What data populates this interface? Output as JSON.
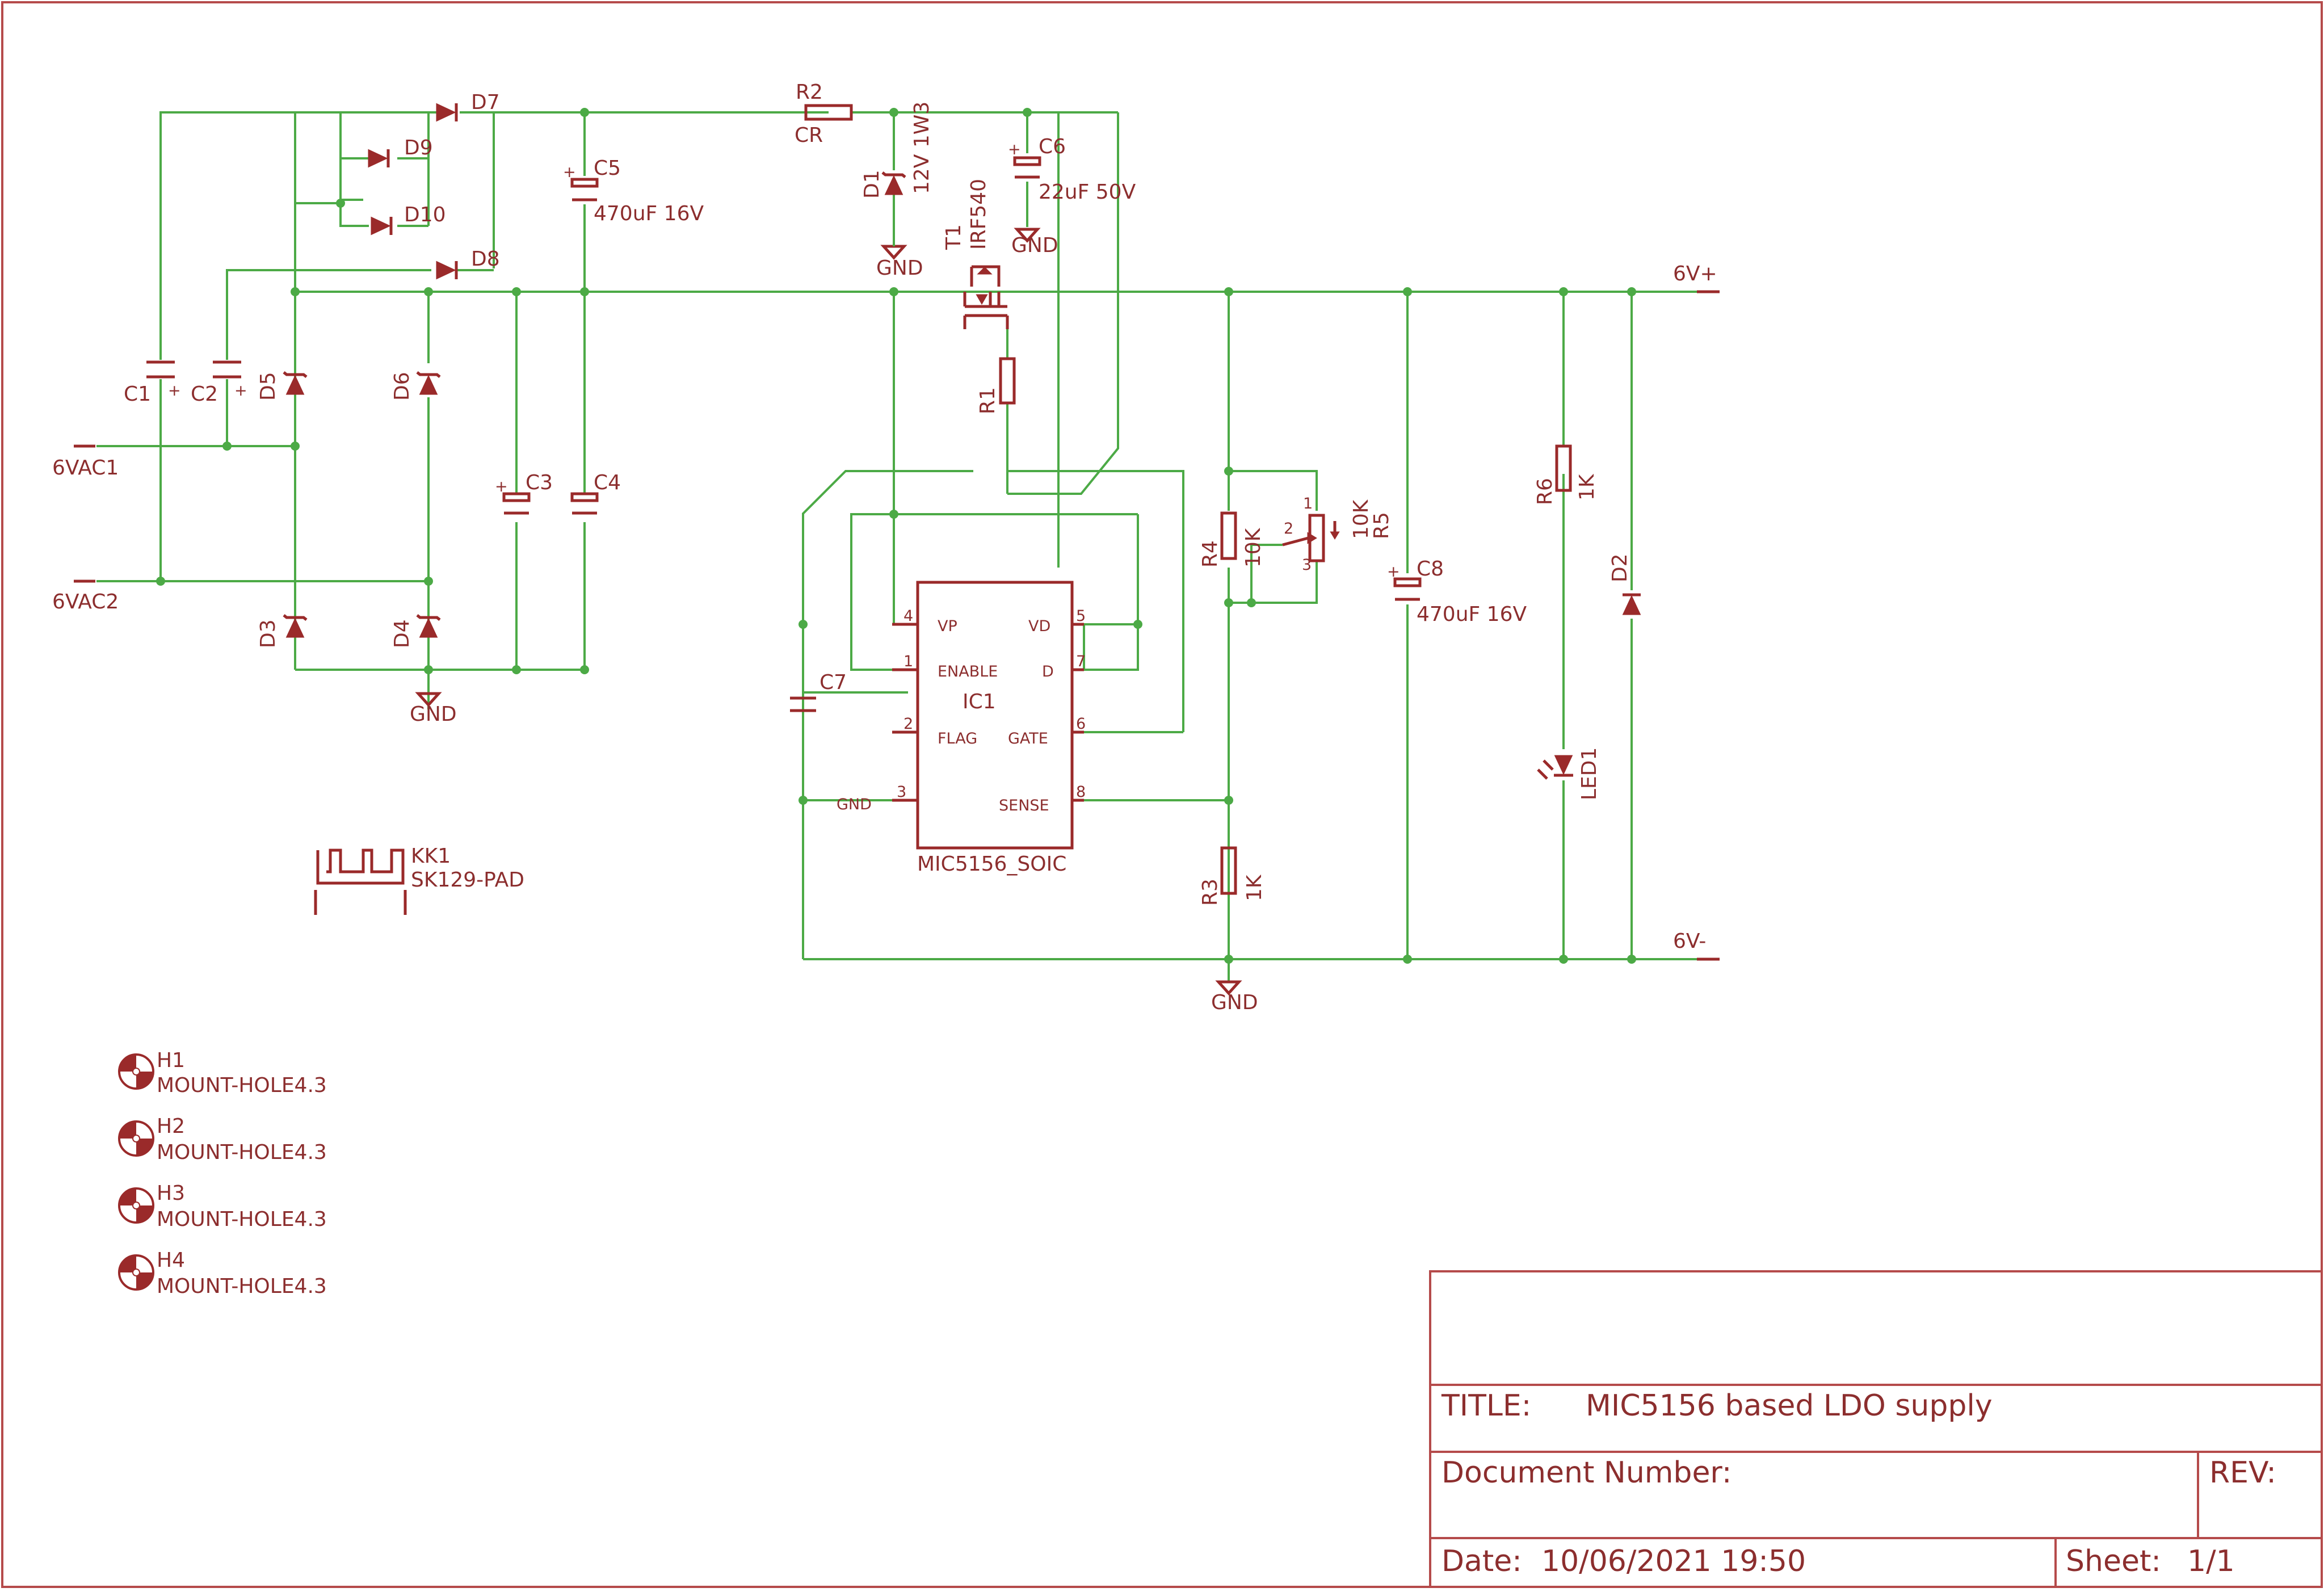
{
  "title_block": {
    "title_label": "TITLE:",
    "title": "MIC5156 based LDO supply",
    "docnum_label": "Document Number:",
    "rev_label": "REV:",
    "date_label": "Date:",
    "date": "10/06/2021 19:50",
    "sheet_label": "Sheet:",
    "sheet": "1/1"
  },
  "connectors": {
    "vac1": "6VAC1",
    "vac2": "6VAC2",
    "vplus": "6V+",
    "vminus": "6V-"
  },
  "components": {
    "c1": "C1",
    "c2": "C2",
    "c3": "C3",
    "c4": "C4",
    "c5": "C5",
    "c5_val": "470uF 16V",
    "c6": "C6",
    "c6_val": "22uF 50V",
    "c7": "C7",
    "c8": "C8",
    "c8_val": "470uF 16V",
    "d1": "D1",
    "d1_val": "12V 1W3",
    "d2": "D2",
    "d3": "D3",
    "d4": "D4",
    "d5": "D5",
    "d6": "D6",
    "d7": "D7",
    "d8": "D8",
    "d9": "D9",
    "d10": "D10",
    "r1": "R1",
    "r2": "R2",
    "r2_val": "CR",
    "r3": "R3",
    "r3_val": "1K",
    "r4": "R4",
    "r4_val": "10K",
    "r5": "R5",
    "r5_val": "10K",
    "r6": "R6",
    "r6_val": "1K",
    "t1": "T1",
    "t1_val": "IRF540",
    "led1": "LED1",
    "kk1": "KK1",
    "kk1_val": "SK129-PAD",
    "ic1": "IC1",
    "ic1_val": "MIC5156_SOIC",
    "gnd": "GND"
  },
  "ic_pins": {
    "vp": "VP",
    "enable": "ENABLE",
    "flag": "FLAG",
    "gnd": "GND",
    "vd": "VD",
    "d": "D",
    "gate": "GATE",
    "sense": "SENSE",
    "p1": "1",
    "p2": "2",
    "p3": "3",
    "p4": "4",
    "p5": "5",
    "p6": "6",
    "p7": "7",
    "p8": "8"
  },
  "pot_pins": {
    "p1": "1",
    "p2": "2",
    "p3": "3"
  },
  "mount_holes": [
    {
      "ref": "H1",
      "value": "MOUNT-HOLE4.3"
    },
    {
      "ref": "H2",
      "value": "MOUNT-HOLE4.3"
    },
    {
      "ref": "H3",
      "value": "MOUNT-HOLE4.3"
    },
    {
      "ref": "H4",
      "value": "MOUNT-HOLE4.3"
    }
  ],
  "colors": {
    "wire": "#4caa46",
    "component": "#9a2a2a",
    "frame": "#b54b4b"
  }
}
